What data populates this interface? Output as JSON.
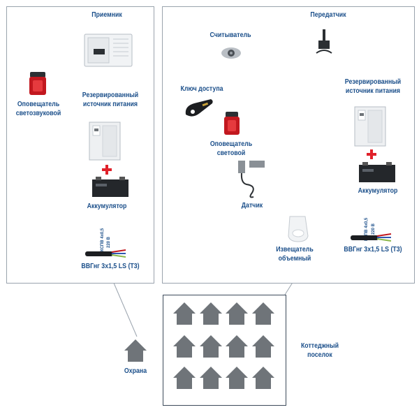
{
  "receiver_panel": {
    "title": "Приемник",
    "siren_label": "Оповещатель\nсветозвуковой",
    "ups_label": "Резервированный\nисточник питания",
    "battery_label": "Аккумулятор",
    "cable_spec_line1": "КСПВ 4х0,5",
    "cable_spec_line2": "220 В",
    "cable_label": "ВВГнг 3х1,5 LS (Т3)"
  },
  "transmitter_panel": {
    "title": "Передатчик",
    "reader_label": "Считыватель",
    "key_label": "Ключ доступа",
    "strobe_label": "Оповещатель световой",
    "sensor_label": "Датчик",
    "motion_label": "Извещатель\nобъемный",
    "ups_label": "Резервированный\nисточник питания",
    "battery_label": "Аккумулятор",
    "cable_spec_line1": "КСПВ 4х0,5",
    "cable_spec_line2": "220 В",
    "cable_label": "ВВГнг 3х1,5 LS (Т3)"
  },
  "guard_label": "Охрана",
  "village_label": "Коттеджный\nпоселок",
  "colors": {
    "label_blue": "#1b4f8a",
    "house_gray": "#6f7479",
    "plus_red": "#e0212a",
    "panel_border": "#9aa3ad",
    "village_border": "#3c4a5a"
  },
  "icons": [
    "watermark-logo-icon",
    "receiver-unit-icon",
    "siren-icon",
    "ups-box-icon",
    "battery-icon",
    "cable-icon",
    "antenna-icon",
    "reader-icon",
    "key-fob-icon",
    "strobe-icon",
    "magnetic-sensor-icon",
    "motion-detector-icon",
    "house-icon"
  ]
}
